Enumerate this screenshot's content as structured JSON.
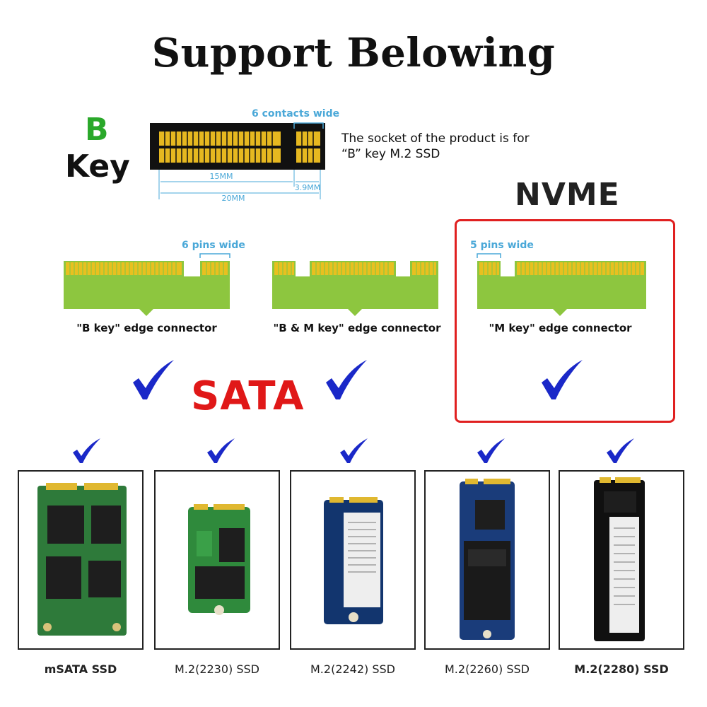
{
  "title": "Support Belowing",
  "socket": {
    "key_letter": "B",
    "key_word": "Key",
    "contacts_label": "6 contacts wide",
    "description_line1": "The socket of the product is for",
    "description_line2": "“B” key M.2 SSD",
    "dim_15": "15MM",
    "dim_39": "3.9MM",
    "dim_20": "20MM"
  },
  "nvme_label": "NVME",
  "sata_label": "SATA",
  "connectors": [
    {
      "pins_label": "6 pins wide",
      "label": "\"B key\" edge connector"
    },
    {
      "pins_label": "",
      "label": "\"B & M key\" edge connector"
    },
    {
      "pins_label": "5 pins wide",
      "label": "\"M key\" edge connector"
    }
  ],
  "ssds": [
    {
      "label": "mSATA SSD"
    },
    {
      "label": "M.2(2230) SSD"
    },
    {
      "label": "M.2(2242) SSD"
    },
    {
      "label": "M.2(2260) SSD"
    },
    {
      "label": "M.2(2280) SSD"
    }
  ],
  "colors": {
    "accent_green": "#2aa82a",
    "sata_red": "#e01818",
    "nvme_box_red": "#e02020",
    "check_blue": "#1a28c8",
    "pcb_green": "#8dc63f",
    "gold": "#e8c020",
    "dimension_blue": "#4aa8d8"
  },
  "icons": {
    "check": "check-mark-icon"
  }
}
